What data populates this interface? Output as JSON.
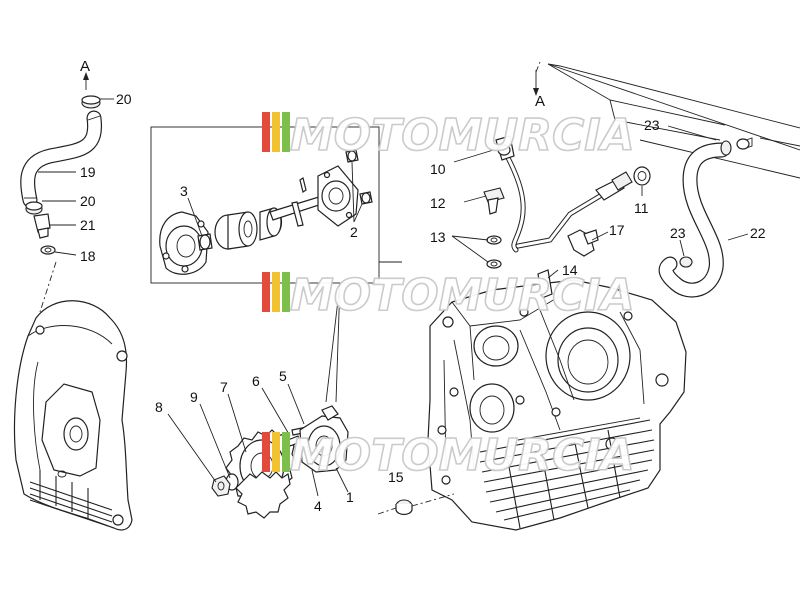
{
  "watermark": {
    "text": "MOTOMURCIA",
    "stripe_colors": [
      "#e34a3a",
      "#f2c230",
      "#7cbf4a",
      "#c9c9c9"
    ]
  },
  "arrows": {
    "left": "A",
    "right": "A"
  },
  "callouts": {
    "c1": "1",
    "c2": "2",
    "c3": "3",
    "c4": "4",
    "c5": "5",
    "c6": "6",
    "c7": "7",
    "c8": "8",
    "c9": "9",
    "c10": "10",
    "c11": "11",
    "c12": "12",
    "c13": "13",
    "c14": "14",
    "c15": "15",
    "c17": "17",
    "c18": "18",
    "c19": "19",
    "c20a": "20",
    "c20b": "20",
    "c21": "21",
    "c22": "22",
    "c23a": "23",
    "c23b": "23"
  }
}
